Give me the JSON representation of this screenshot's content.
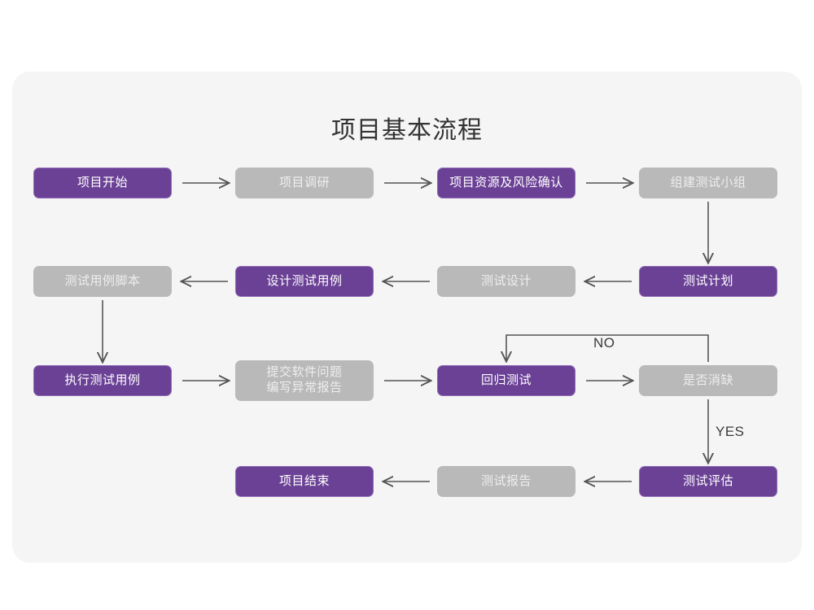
{
  "page": {
    "background": "#ffffff",
    "card_background": "#f5f5f5",
    "title": "项目基本流程",
    "accent_purple": "#6b4196",
    "accent_purple_border": "#8f6bb5",
    "neutral_gray": "#b9b9b9",
    "arrow_color": "#555555"
  },
  "chart_data": {
    "type": "diagram",
    "title": "项目基本流程",
    "nodes": [
      {
        "id": "n1",
        "label": "项目开始",
        "style": "purple",
        "row": 1,
        "col": 1
      },
      {
        "id": "n2",
        "label": "项目调研",
        "style": "gray",
        "row": 1,
        "col": 2
      },
      {
        "id": "n3",
        "label": "项目资源及风险确认",
        "style": "purple",
        "row": 1,
        "col": 3
      },
      {
        "id": "n4",
        "label": "组建测试小组",
        "style": "gray",
        "row": 1,
        "col": 4
      },
      {
        "id": "n5",
        "label": "测试计划",
        "style": "purple",
        "row": 2,
        "col": 4
      },
      {
        "id": "n6",
        "label": "测试设计",
        "style": "gray",
        "row": 2,
        "col": 3
      },
      {
        "id": "n7",
        "label": "设计测试用例",
        "style": "purple",
        "row": 2,
        "col": 2
      },
      {
        "id": "n8",
        "label": "测试用例脚本",
        "style": "gray",
        "row": 2,
        "col": 1
      },
      {
        "id": "n9",
        "label": "执行测试用例",
        "style": "purple",
        "row": 3,
        "col": 1
      },
      {
        "id": "n10",
        "label": "提交软件问题\n编写异常报告",
        "style": "gray",
        "row": 3,
        "col": 2
      },
      {
        "id": "n11",
        "label": "回归测试",
        "style": "purple",
        "row": 3,
        "col": 3
      },
      {
        "id": "n12",
        "label": "是否消缺",
        "style": "gray",
        "row": 3,
        "col": 4
      },
      {
        "id": "n13",
        "label": "测试评估",
        "style": "purple",
        "row": 4,
        "col": 4
      },
      {
        "id": "n14",
        "label": "测试报告",
        "style": "gray",
        "row": 4,
        "col": 3
      },
      {
        "id": "n15",
        "label": "项目结束",
        "style": "purple",
        "row": 4,
        "col": 2
      }
    ],
    "edges": [
      {
        "from": "n1",
        "to": "n2",
        "label": "",
        "direction": "right"
      },
      {
        "from": "n2",
        "to": "n3",
        "label": "",
        "direction": "right"
      },
      {
        "from": "n3",
        "to": "n4",
        "label": "",
        "direction": "right"
      },
      {
        "from": "n4",
        "to": "n5",
        "label": "",
        "direction": "down"
      },
      {
        "from": "n5",
        "to": "n6",
        "label": "",
        "direction": "left"
      },
      {
        "from": "n6",
        "to": "n7",
        "label": "",
        "direction": "left"
      },
      {
        "from": "n7",
        "to": "n8",
        "label": "",
        "direction": "left"
      },
      {
        "from": "n8",
        "to": "n9",
        "label": "",
        "direction": "down"
      },
      {
        "from": "n9",
        "to": "n10",
        "label": "",
        "direction": "right"
      },
      {
        "from": "n10",
        "to": "n11",
        "label": "",
        "direction": "right"
      },
      {
        "from": "n11",
        "to": "n12",
        "label": "",
        "direction": "right"
      },
      {
        "from": "n12",
        "to": "n11",
        "label": "NO",
        "direction": "loop-up-left"
      },
      {
        "from": "n12",
        "to": "n13",
        "label": "YES",
        "direction": "down"
      },
      {
        "from": "n13",
        "to": "n14",
        "label": "",
        "direction": "left"
      },
      {
        "from": "n14",
        "to": "n15",
        "label": "",
        "direction": "left"
      }
    ],
    "edge_labels": {
      "no": "NO",
      "yes": "YES"
    }
  }
}
